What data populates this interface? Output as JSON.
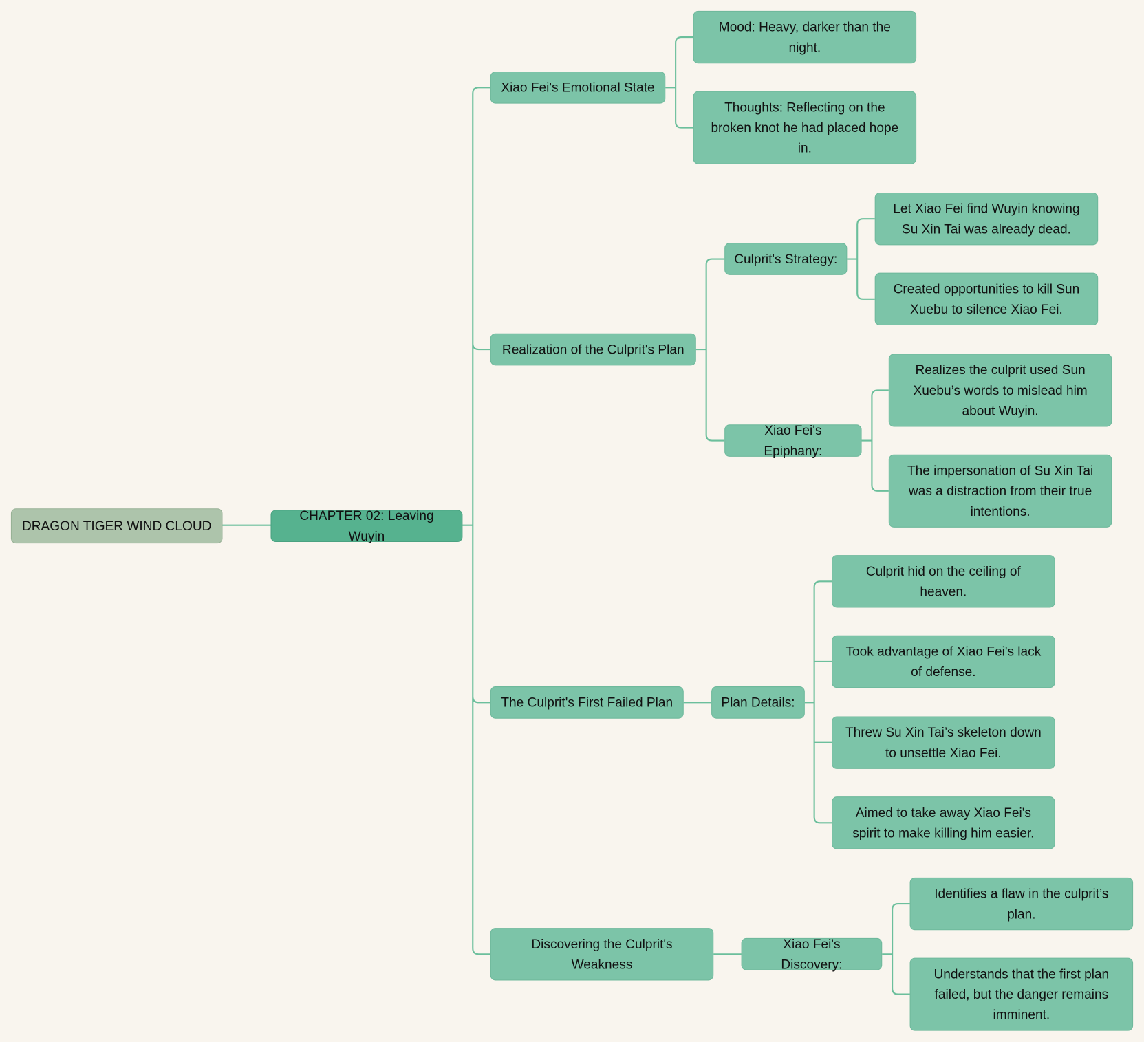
{
  "root": "DRAGON TIGER WIND CLOUD",
  "chapter": "CHAPTER 02: Leaving Wuyin",
  "branches": [
    {
      "label": "Xiao Fei's Emotional State",
      "children": [
        "Mood: Heavy, darker than the night.",
        "Thoughts: Reflecting on the broken knot he had placed hope in."
      ]
    },
    {
      "label": "Realization of the Culprit's Plan",
      "children": [
        {
          "label": "Culprit's Strategy:",
          "children": [
            "Let Xiao Fei find Wuyin knowing Su Xin Tai was already dead.",
            "Created opportunities to kill Sun Xuebu to silence Xiao Fei."
          ]
        },
        {
          "label": "Xiao Fei's Epiphany:",
          "children": [
            "Realizes the culprit used Sun Xuebu’s words to mislead him about Wuyin.",
            "The impersonation of Su Xin Tai was a distraction from their true intentions."
          ]
        }
      ]
    },
    {
      "label": "The Culprit's First Failed Plan",
      "children": [
        {
          "label": "Plan Details:",
          "children": [
            "Culprit hid on the ceiling of heaven.",
            "Took advantage of Xiao Fei's lack of defense.",
            "Threw Su Xin Tai’s skeleton down to unsettle Xiao Fei.",
            "Aimed to take away Xiao Fei's spirit to make killing him easier."
          ]
        }
      ]
    },
    {
      "label": "Discovering the Culprit's Weakness",
      "children": [
        {
          "label": "Xiao Fei's Discovery:",
          "children": [
            "Identifies a flaw in the culprit’s plan.",
            "Understands that the first plan failed, but the danger remains imminent."
          ]
        }
      ]
    }
  ]
}
